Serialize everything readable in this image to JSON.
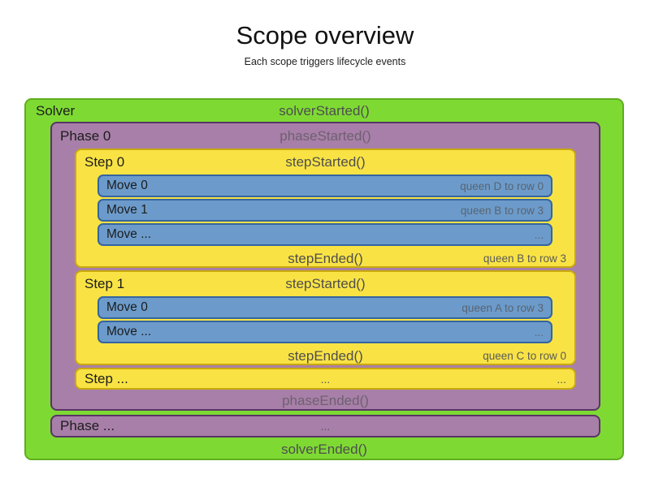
{
  "title": "Scope overview",
  "subtitle": "Each scope triggers lifecycle events",
  "colors": {
    "solver_bg": "#7eda33",
    "solver_border": "#5fae1e",
    "phase_bg": "#a87fa8",
    "phase_border": "#593566",
    "step_bg": "#f9e344",
    "step_border": "#c9a90e",
    "move_bg": "#6c9bcb",
    "move_border": "#3465a0",
    "label_text": "#1c1c1c",
    "event_text": "#4e4e4e",
    "detail_text": "#5a5a5a"
  },
  "solver": {
    "label": "Solver",
    "started_event": "solverStarted()",
    "ended_event": "solverEnded()",
    "phases": [
      {
        "label": "Phase 0",
        "started_event": "phaseStarted()",
        "ended_event": "phaseEnded()",
        "steps": [
          {
            "label": "Step 0",
            "started_event": "stepStarted()",
            "ended_event": "stepEnded()",
            "ended_detail": "queen B to row 3",
            "moves": [
              {
                "label": "Move 0",
                "detail": "queen D to row 0"
              },
              {
                "label": "Move 1",
                "detail": "queen B to row 3"
              },
              {
                "label": "Move ...",
                "detail": "..."
              }
            ]
          },
          {
            "label": "Step 1",
            "started_event": "stepStarted()",
            "ended_event": "stepEnded()",
            "ended_detail": "queen C to row 0",
            "moves": [
              {
                "label": "Move 0",
                "detail": "queen A to row 3"
              },
              {
                "label": "Move ...",
                "detail": "..."
              }
            ]
          }
        ],
        "step_more": {
          "label": "Step ...",
          "center_dots": "...",
          "right_dots": "..."
        }
      }
    ],
    "phase_more": {
      "label": "Phase ...",
      "center_dots": "..."
    }
  }
}
